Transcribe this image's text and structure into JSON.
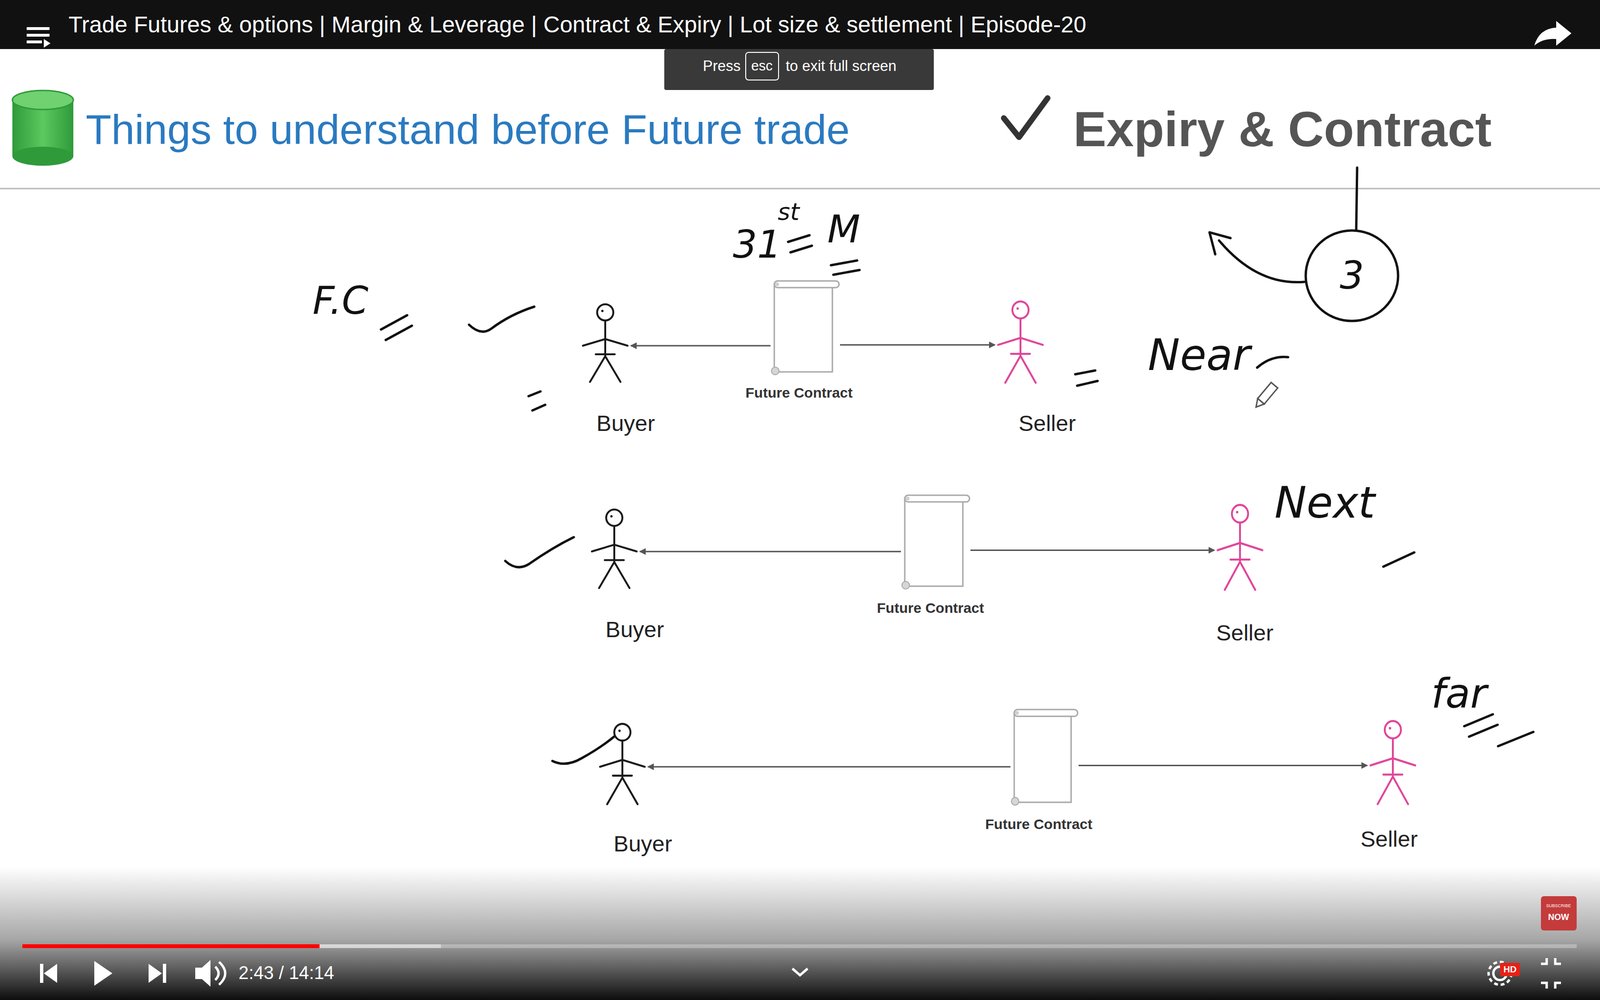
{
  "diagram": {
    "title": "Things to understand before Future trade",
    "nodes": [
      {
        "text": [
          "3"
        ]
      },
      {
        "text": [
          "Buyer"
        ]
      },
      {
        "text": [
          "Future Contract"
        ]
      },
      {
        "text": [
          "Seller"
        ]
      },
      {
        "text": [
          "Buyer"
        ]
      },
      {
        "text": [
          "Future Contract"
        ]
      },
      {
        "text": [
          "Seller"
        ]
      },
      {
        "text": [
          "Buyer"
        ]
      },
      {
        "text": [
          "Future Contract"
        ]
      },
      {
        "text": [
          "Seller"
        ]
      }
    ],
    "edges": [
      {
        "from": 2,
        "to": 1,
        "arrow": "to"
      },
      {
        "from": 2,
        "to": 3,
        "arrow": "to"
      },
      {
        "from": 5,
        "to": 4,
        "arrow": "to"
      },
      {
        "from": 5,
        "to": 6,
        "arrow": "to"
      },
      {
        "from": 8,
        "to": 7,
        "arrow": "to"
      },
      {
        "from": 8,
        "to": 9,
        "arrow": "to"
      }
    ],
    "labels": [
      "Trade Futures & options | Margin & Leverage | Contract & Expiry | Lot size & settlement | Episode-20",
      "Press",
      "esc",
      "to exit full screen",
      "Expiry & Contract",
      "F.C",
      "31",
      "st",
      "M",
      "Near",
      "Next",
      "far",
      "2:43 / 14:14",
      "HD",
      "SUBSCRIBE",
      "NOW"
    ]
  }
}
